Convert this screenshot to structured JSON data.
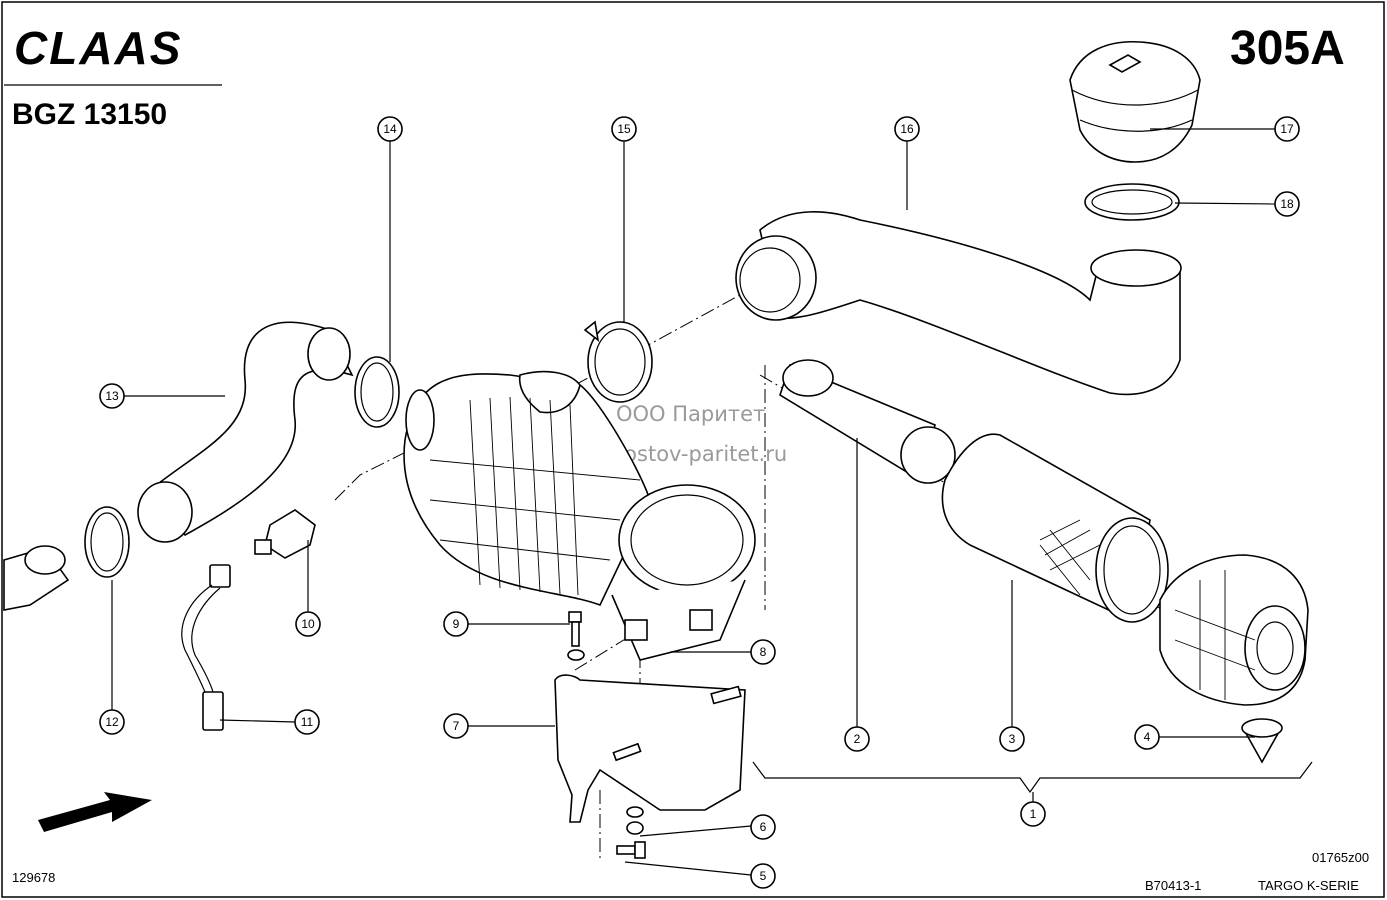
{
  "header": {
    "brand": "CLAAS",
    "page_number": "305A",
    "group_code": "BGZ 13150"
  },
  "watermark": {
    "line1": "ООО Паритет",
    "line2": "rostov-paritet.ru"
  },
  "footer": {
    "left_code": "129678",
    "center_code": "B70413-1",
    "drawing_code": "01765z00",
    "series": "TARGO K-SERIE"
  },
  "callouts": [
    "1",
    "2",
    "3",
    "4",
    "5",
    "6",
    "7",
    "8",
    "9",
    "10",
    "11",
    "12",
    "13",
    "14",
    "15",
    "16",
    "17",
    "18"
  ]
}
